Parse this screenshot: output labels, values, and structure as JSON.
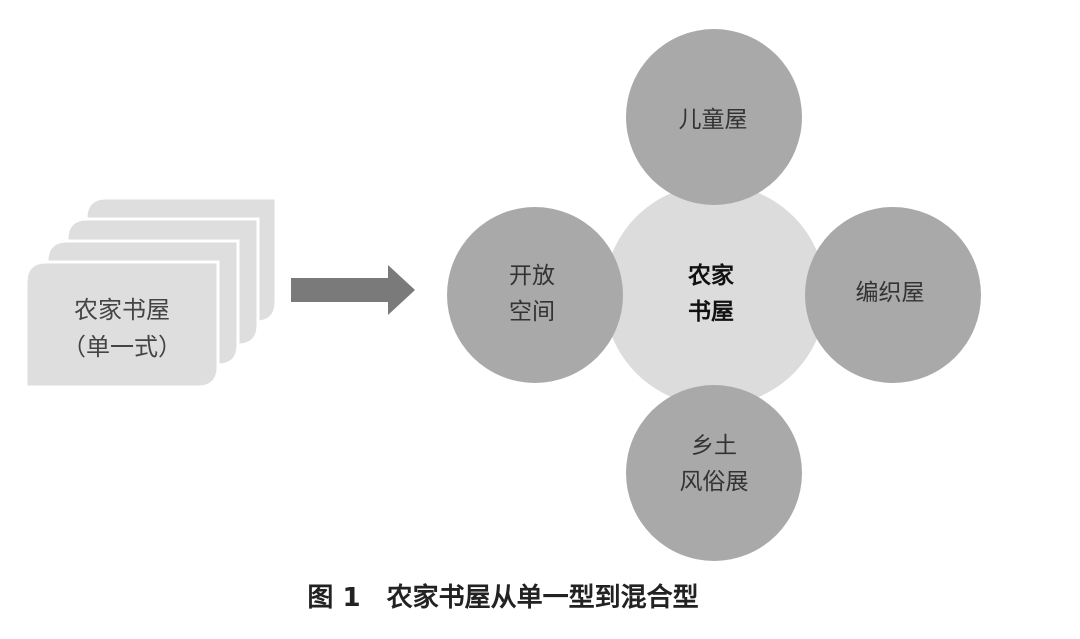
{
  "colors": {
    "card": "#dedede",
    "arrow": "#7a7a7a",
    "center_circle": "#dcdcdc",
    "satellite_circle": "#a9a9a9"
  },
  "single": {
    "line1": "农家书屋",
    "line2": "（单一式）"
  },
  "center": {
    "line1": "农家",
    "line2": "书屋"
  },
  "satellites": {
    "top": {
      "line1": "儿童屋"
    },
    "left": {
      "line1": "开放",
      "line2": "空间"
    },
    "right": {
      "line1": "编织屋"
    },
    "bottom": {
      "line1": "乡土",
      "line2": "风俗展"
    }
  },
  "caption": "图 1　农家书屋从单一型到混合型"
}
